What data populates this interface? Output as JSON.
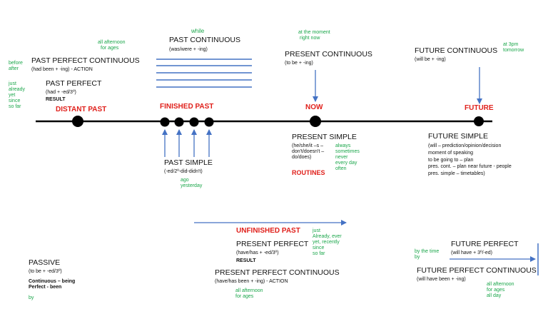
{
  "colors": {
    "timeline": "#000000",
    "blue": "#4472c4",
    "red": "#e0201b",
    "green": "#1aa64a"
  },
  "timeline_labels": {
    "distant_past": "DISTANT PAST",
    "finished_past": "FINISHED PAST",
    "now": "NOW",
    "future": "FUTURE",
    "unfinished_past": "UNFINISHED PAST"
  },
  "past_perfect_continuous": {
    "title": "PAST PERFECT CONTINUOUS",
    "form": "(had been + -ing) - ACTION",
    "markers_left": [
      "before",
      "after"
    ],
    "markers_top": [
      "all afternoon",
      "for ages"
    ]
  },
  "past_perfect": {
    "title": "PAST PERFECT",
    "form": "(had + -ed/3º)",
    "note": "RESULT",
    "markers": [
      "just",
      "already",
      "yet",
      "since",
      "so far"
    ]
  },
  "past_continuous": {
    "marker": "while",
    "title": "PAST CONTINUOUS",
    "form": "(was/were + -ing)"
  },
  "past_simple": {
    "title": "PAST SIMPLE",
    "form": "(-ed/2º-did-didn't)",
    "markers": [
      "ago",
      "yesterday"
    ]
  },
  "present_continuous": {
    "markers": [
      "at the moment",
      "right now"
    ],
    "title": "PRESENT CONTINUOUS",
    "form": "(to be + -ing)"
  },
  "present_simple": {
    "title": "PRESENT  SIMPLE",
    "form_lines": [
      "(he/she/it –s –",
      "don't/doesn't –",
      "do/does)"
    ],
    "routines": "ROUTINES",
    "markers": [
      "always",
      "sometimes",
      "never",
      "every day",
      "often"
    ]
  },
  "future_continuous": {
    "title": "FUTURE CONTINUOUS",
    "form": "(will be + -ing)",
    "markers": [
      "at 3pm",
      "tomorrow"
    ]
  },
  "future_simple": {
    "title": "FUTURE SIMPLE",
    "lines": [
      "(will – prediction/opinion/decision",
      "moment of speaking",
      "to be going to – plan",
      "pres. cont. – plan near future - people",
      "pres. simple – timetables)"
    ]
  },
  "present_perfect": {
    "title": "PRESENT PERFECT",
    "form": "(have/has + -ed/3º)",
    "note": "RESULT",
    "markers": [
      "just",
      "Already, ever",
      "yet, recently",
      "since",
      "so far"
    ]
  },
  "present_perfect_continuous": {
    "title": "PRESENT PERFECT CONTINUOUS",
    "form": "(have/has been + -ing) - ACTION",
    "markers": [
      "all afternoon",
      "for ages"
    ]
  },
  "passive": {
    "title": "PASSIVE",
    "form": "(to be + -ed/3º)",
    "lines": [
      "Continuous – being",
      "Perfect - been"
    ],
    "marker": "by"
  },
  "future_perfect": {
    "title": "FUTURE PERFECT",
    "form": "(will have + 3º/-ed)",
    "markers": [
      "by the time",
      "by"
    ]
  },
  "future_perfect_continuous": {
    "title": "FUTURE PERFECT CONTINUOUS",
    "form": "(will have been + -ing)",
    "markers": [
      "all afternoon",
      "for ages",
      "all day"
    ]
  }
}
